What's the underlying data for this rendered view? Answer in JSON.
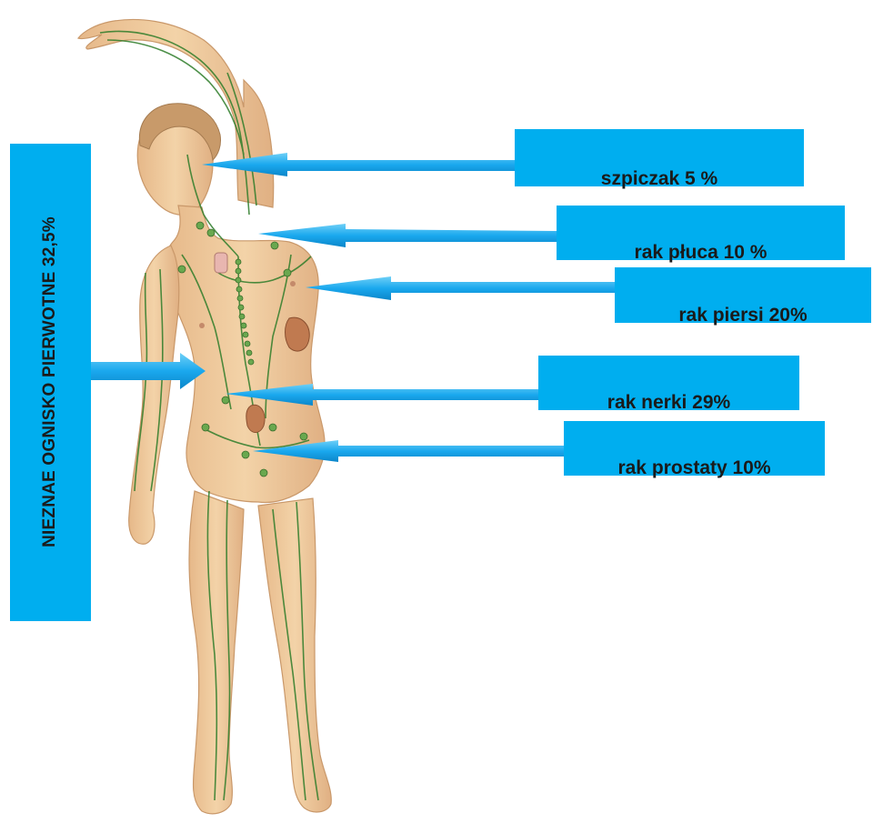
{
  "side_label": "NIEZNAE OGNISKO PIERWOTNE 32,5%",
  "labels": [
    {
      "id": "szpiczak",
      "text": "szpiczak 5 %"
    },
    {
      "id": "rak-pluca",
      "text": "rak płuca 10 %"
    },
    {
      "id": "rak-piersi",
      "text": "rak piersi 20%"
    },
    {
      "id": "rak-nerki",
      "text": "rak nerki 29%"
    },
    {
      "id": "rak-prostaty",
      "text": "rak prostaty 10%"
    }
  ],
  "colors": {
    "box": "#00aeef",
    "arrow": "#33b6f0",
    "skin": "#eec99a",
    "vessel": "#2f7d2a",
    "node": "#5a9a3a"
  }
}
